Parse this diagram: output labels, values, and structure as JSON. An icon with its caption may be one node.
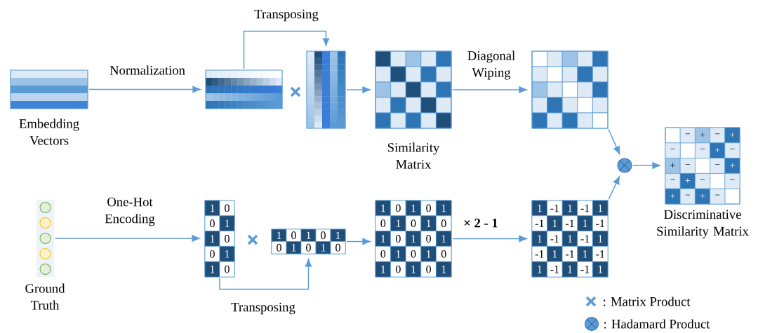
{
  "diagram": {
    "nodes": [
      {
        "text": [
          "Embedding Vectors"
        ]
      },
      {
        "text": [],
        "shape": "box"
      },
      {
        "text": [],
        "shape": "box"
      },
      {
        "text": [
          "Similarity Matrix"
        ]
      },
      {
        "text": [],
        "shape": "box"
      },
      {
        "text": [],
        "shape": "circle"
      },
      {
        "text": [
          "−",
          "+",
          "−",
          "+",
          "−",
          "−",
          "+",
          "−",
          "+",
          "−",
          "−",
          "+",
          "−",
          "+",
          "−",
          "−",
          "+",
          "−",
          "+",
          "−",
          "Discriminative Similarity Matrix"
        ]
      },
      {
        "text": [
          "Ground Truth"
        ]
      },
      {
        "text": [
          "1",
          "0",
          "0",
          "1",
          "1",
          "0",
          "0",
          "1",
          "1",
          "0"
        ]
      },
      {
        "text": [
          "1",
          "0",
          "1",
          "0",
          "1",
          "0",
          "1",
          "0",
          "1",
          "0"
        ]
      },
      {
        "text": [
          "1",
          "0",
          "1",
          "0",
          "1",
          "0",
          "1",
          "0",
          "1",
          "0",
          "1",
          "0",
          "1",
          "0",
          "1",
          "0",
          "1",
          "0",
          "1",
          "0",
          "1",
          "0",
          "1",
          "0",
          "1"
        ]
      },
      {
        "text": [
          "1",
          "-1",
          "1",
          "-1",
          "1",
          "-1",
          "1",
          "-1",
          "1",
          "-1",
          "1",
          "-1",
          "1",
          "-1",
          "1",
          "-1",
          "1",
          "-1",
          "1",
          "-1",
          "1",
          "-1",
          "1",
          "-1",
          "1"
        ]
      }
    ],
    "edges": [
      {
        "from": 0,
        "to": 1,
        "arrow": "to",
        "label": "Normalization"
      },
      {
        "from": 1,
        "to": 2,
        "arrow": "to",
        "label": "Transposing"
      },
      {
        "from": 2,
        "to": 3,
        "arrow": "to"
      },
      {
        "from": 3,
        "to": 4,
        "arrow": "to",
        "label": "Diagonal Wiping"
      },
      {
        "from": 4,
        "to": 5,
        "arrow": "to"
      },
      {
        "from": 5,
        "to": 6,
        "arrow": "to"
      },
      {
        "from": 7,
        "to": 8,
        "arrow": "to",
        "label": "One-Hot Encoding"
      },
      {
        "from": 8,
        "to": 9,
        "arrow": "to",
        "label": "Transposing"
      },
      {
        "from": 9,
        "to": 10,
        "arrow": "to"
      },
      {
        "from": 10,
        "to": 11,
        "arrow": "to",
        "label": "× 2 - 1"
      },
      {
        "from": 11,
        "to": 5,
        "arrow": "to"
      }
    ],
    "legend": [
      {
        "text": ": Matrix Product"
      },
      {
        "text": ": Hadamard Product"
      }
    ]
  }
}
